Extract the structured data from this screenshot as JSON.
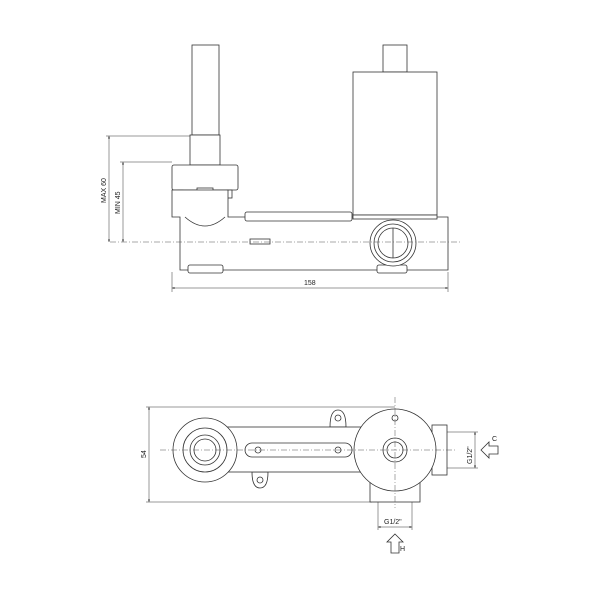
{
  "side_view": {
    "dim_max_height": "MAX 60",
    "dim_min_height": "MIN 45",
    "dim_length": "158"
  },
  "top_view": {
    "dim_width": "54",
    "inlet_right_thread": "G1/2\"",
    "inlet_right_label": "C",
    "inlet_bottom_thread": "G1/2\"",
    "inlet_bottom_label": "H"
  }
}
